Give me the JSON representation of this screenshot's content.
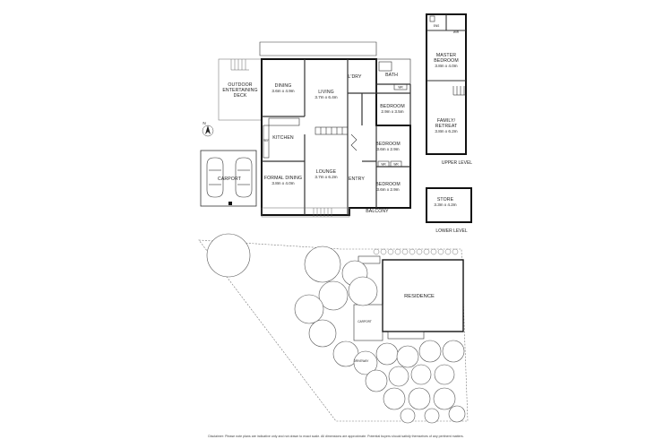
{
  "rooms": {
    "outdoor_deck": {
      "name_line1": "OUTDOOR",
      "name_line2": "ENTERTAINING",
      "name_line3": "DECK"
    },
    "dining": {
      "name": "DINING",
      "dim": "3.6m x 4.9m"
    },
    "living": {
      "name": "LIVING",
      "dim": "3.7m x 6.4m"
    },
    "laundry": {
      "name": "L'DRY"
    },
    "bath": {
      "name": "BATH"
    },
    "bedroom1": {
      "name": "BEDROOM",
      "dim": "2.9m x 3.5m"
    },
    "bedroom2": {
      "name": "BEDROOM",
      "dim": "3.6m x 2.9m"
    },
    "bedroom3": {
      "name": "BEDROOM",
      "dim": "3.6m x 2.9m"
    },
    "kitchen": {
      "name": "KITCHEN"
    },
    "lounge": {
      "name": "LOUNGE",
      "dim": "3.7m x 6.2m"
    },
    "formal_dining": {
      "name": "FORMAL DINING",
      "dim": "3.8m x 4.0m"
    },
    "entry": {
      "name": "ENTRY"
    },
    "balcony": {
      "name": "BALCONY"
    },
    "carport": {
      "name": "CARPORT"
    },
    "master": {
      "name_line1": "MASTER",
      "name_line2": "BEDROOM",
      "dim": "3.8m x 4.0m"
    },
    "family": {
      "name_line1": "FAMILY/",
      "name_line2": "RETREAT",
      "dim": "3.8m x 6.2m"
    },
    "store": {
      "name": "STORE",
      "dim": "3.3m x 4.2m"
    }
  },
  "small_labels": {
    "wr1": "WR",
    "wr2": "WR",
    "wr3": "WR",
    "ens": "ENS",
    "wir": "WIR",
    "ref": "REF"
  },
  "levels": {
    "upper": "UPPER LEVEL",
    "lower": "LOWER LEVEL"
  },
  "compass": {
    "label": "N"
  },
  "site_plan": {
    "residence": "RESIDENCE",
    "carport": "CARPORT",
    "driveway": "DRIVEWAY"
  },
  "disclaimer": "Disclaimer: Please note plans are indicative only and not drawn to exact scale. All dimensions are approximate. Potential buyers should satisfy themselves of any pertinent matters."
}
